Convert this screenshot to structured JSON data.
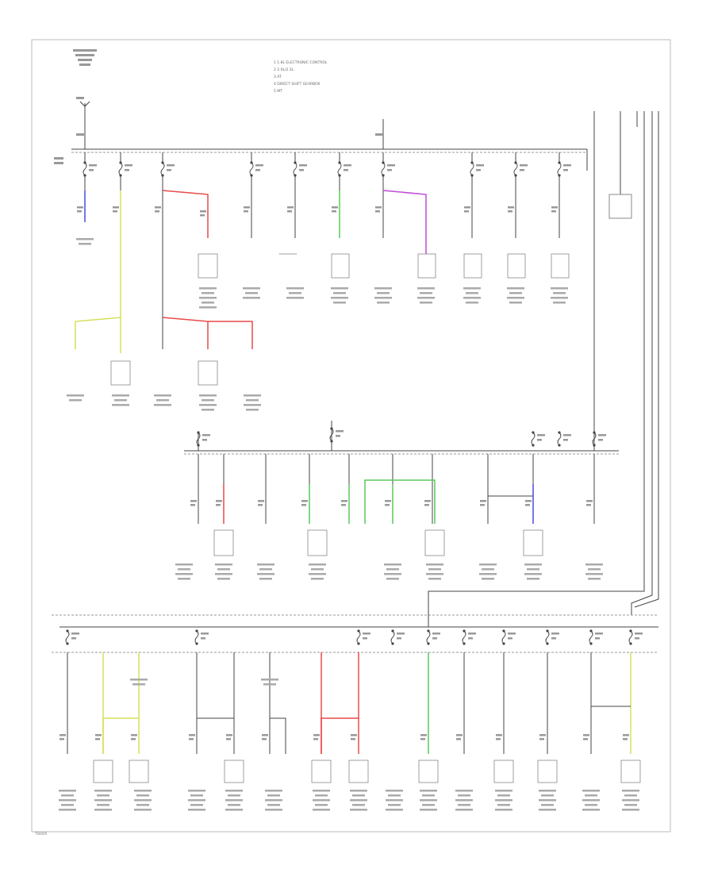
{
  "diagram": {
    "legend": [
      "1  1.8L ELECTRONIC CONTROL",
      "2  2.0L/2.3L",
      "3  AT",
      "4  DIRECT SHIFT GEARBOX",
      "5  MT"
    ],
    "footer_code": "TS0000"
  },
  "colors": {
    "frame": "#bbbbbb",
    "wire": "#333333",
    "wire_blue": "#4a4ae0",
    "wire_yellow": "#d6e05a",
    "wire_red": "#e84a4a",
    "wire_green": "#5ac85a",
    "wire_purple": "#c04ad8"
  }
}
